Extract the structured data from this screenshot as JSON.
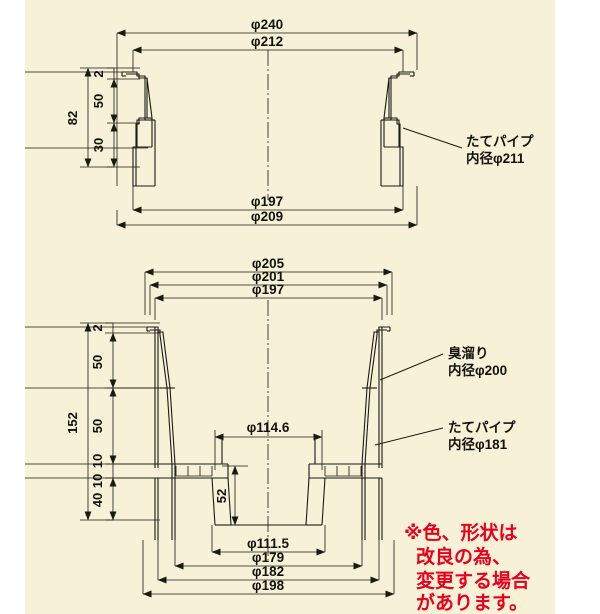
{
  "page": {
    "title": "Drain Basin Technical Drawing",
    "background_color": "#ffffff",
    "paper_color": "#f7f1d8",
    "line_color": "#1a1a14",
    "note_color": "#e8001c"
  },
  "figure_top": {
    "name": "upper-part-cross-section",
    "dimensions_top": [
      {
        "key": "phi240",
        "label": "φ240"
      },
      {
        "key": "phi212",
        "label": "φ212"
      }
    ],
    "dimensions_left": [
      {
        "key": "h2",
        "label": "2"
      },
      {
        "key": "h50",
        "label": "50"
      },
      {
        "key": "h30",
        "label": "30"
      },
      {
        "key": "h82",
        "label": "82"
      }
    ],
    "dimensions_bottom": [
      {
        "key": "phi197",
        "label": "φ197"
      },
      {
        "key": "phi209",
        "label": "φ209"
      }
    ],
    "callouts": [
      {
        "key": "tate-pipe",
        "line1": "たてパイプ",
        "line2": "内径φ211"
      }
    ]
  },
  "figure_bottom": {
    "name": "lower-part-cross-section",
    "dimensions_top": [
      {
        "key": "phi205",
        "label": "φ205"
      },
      {
        "key": "phi201",
        "label": "φ201"
      },
      {
        "key": "phi197",
        "label": "φ197"
      }
    ],
    "dimensions_left": [
      {
        "key": "h2",
        "label": "2"
      },
      {
        "key": "h50a",
        "label": "50"
      },
      {
        "key": "h50b",
        "label": "50"
      },
      {
        "key": "h10a",
        "label": "10"
      },
      {
        "key": "h10b",
        "label": "10"
      },
      {
        "key": "h40",
        "label": "40"
      },
      {
        "key": "h152",
        "label": "152"
      }
    ],
    "dimensions_inner": [
      {
        "key": "phi114_6",
        "label": "φ114.6"
      },
      {
        "key": "h52",
        "label": "52"
      }
    ],
    "dimensions_bottom": [
      {
        "key": "phi111_5",
        "label": "φ111.5"
      },
      {
        "key": "phi179",
        "label": "φ179"
      },
      {
        "key": "phi182",
        "label": "φ182"
      },
      {
        "key": "phi198",
        "label": "φ198"
      }
    ],
    "callouts": [
      {
        "key": "nioidamari",
        "line1": "臭溜り",
        "line2": "内径φ200"
      },
      {
        "key": "tate-pipe",
        "line1": "たてパイプ",
        "line2": "内径φ181"
      }
    ]
  },
  "notice": {
    "name": "color-shape-change-notice",
    "lines": [
      "※色、形状は",
      "改良の為、",
      "変更する場合",
      "があります。"
    ]
  }
}
